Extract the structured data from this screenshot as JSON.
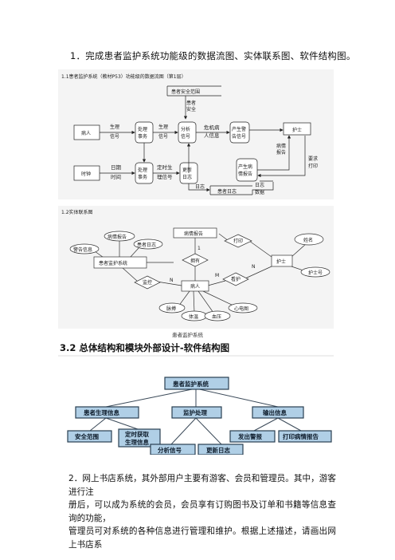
{
  "question1": "1．完成患者监护系统功能级的数据流图、实体联系图、软件结构图。",
  "dfd": {
    "title": "1.1患者监护系统（教材P53）功能级的数据流图（第1层）",
    "store_top": "患者安全范围",
    "label_safety": [
      "患者",
      "安全"
    ],
    "ext_patient": "病人",
    "ext_clock": "时钟",
    "ext_nurse": "护士",
    "flow_vital": [
      "生理",
      "信号"
    ],
    "flow_vital2": [
      "生理",
      "信号"
    ],
    "proc_handle1": [
      "处理",
      "事务"
    ],
    "proc_analyze": [
      "分析",
      "信号"
    ],
    "flow_danger": [
      "危机病",
      "人信息"
    ],
    "proc_alarm": [
      "产生警",
      "告信号"
    ],
    "flow_date": [
      "日期",
      "时间"
    ],
    "proc_handle2": [
      "处理",
      "事务"
    ],
    "flow_timed": [
      "定时生",
      "理信号"
    ],
    "proc_update": [
      "更新",
      "日志"
    ],
    "proc_report": [
      "产生病",
      "情报告"
    ],
    "flow_report": [
      "病情",
      "报告"
    ],
    "flow_request": [
      "要求",
      "打印"
    ],
    "flow_log": "日志",
    "store_log": "患者日志",
    "flow_logdata": [
      "日志",
      "数据"
    ]
  },
  "er": {
    "title": "1.2实体联系图",
    "e_system": "患者监护系统",
    "e_patient": "病人",
    "e_nurse": "护士",
    "a_report": "病情报告",
    "a_log": "患者日志",
    "a_warning": "警告信息",
    "a_report_top": "病情报告",
    "a_name": "姓名",
    "a_nurse_no": "护士号",
    "a_pulse": "脉搏",
    "a_temp": "体温",
    "a_bp": "血压",
    "a_ecg": "心电图",
    "r_print": "打印",
    "r_has": "拥有",
    "r_monitor": "监控",
    "r_care": "看护",
    "card_1": "1",
    "card_n1": "N",
    "card_m": "M",
    "card_n2": "N",
    "caption": "患者监护系统"
  },
  "struct": {
    "heading": "3.2 总体结构和模块外部设计-软件结构图",
    "root": "患者监护系统",
    "m_vital": "患者生理信息",
    "m_monitor": "监护处理",
    "m_output": "输出信息",
    "m_safe": "安全范围",
    "m_timed": [
      "定时获取",
      "生理信息"
    ],
    "m_analyze": "分析信号",
    "m_update": "更新日志",
    "m_alarm": "发出警报",
    "m_print": "打印病情报告",
    "colors": {
      "box": "#b0cfe6",
      "border": "#2a3f52",
      "text": "#0d1b2a",
      "line": "#3b4a59"
    }
  },
  "question2": [
    "2．网上书店系统，其外部用户主要有游客、会员和管理员。其中，游客进行注",
    "册后，可以成为系统的会员，会员享有订购图书及订单和书籍等信息查询的功能，",
    "管理员可对系统的各种信息进行管理和维护。根据上述描述，请画出网上书店系"
  ]
}
